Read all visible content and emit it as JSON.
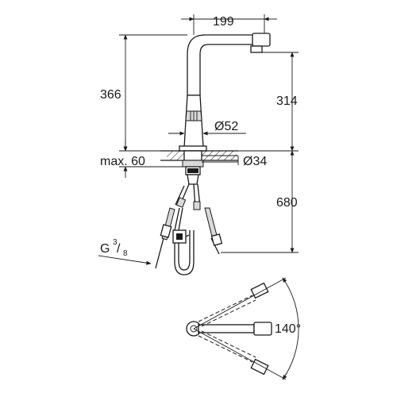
{
  "dimensions": {
    "spout_reach": "199",
    "total_height": "366",
    "spout_height": "314",
    "body_diameter": "Ø52",
    "max_thickness": "max. 60",
    "hole_diameter": "Ø34",
    "hose_length": "680",
    "connection_g": "G",
    "connection_num": "3",
    "connection_den": "8",
    "swivel_angle": "140°"
  }
}
